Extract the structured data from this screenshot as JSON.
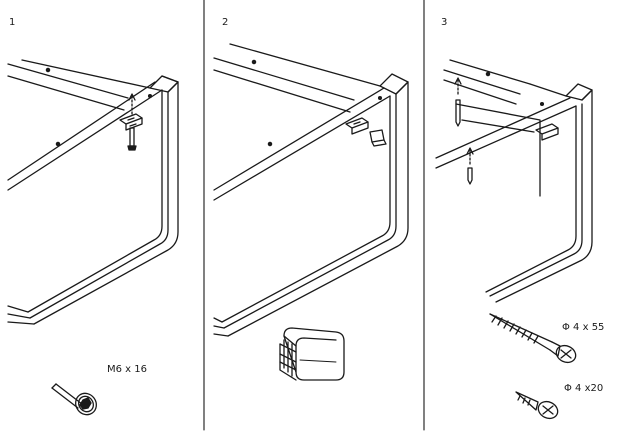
{
  "panels": [
    {
      "step": "1",
      "parts": [
        {
          "label": "M6 x 16",
          "icon": "hex-socket-bolt-icon"
        }
      ]
    },
    {
      "step": "2",
      "parts": [
        {
          "label": "",
          "icon": "glide-cap-icon"
        }
      ]
    },
    {
      "step": "3",
      "parts": [
        {
          "label": "Φ 4 x 55",
          "icon": "long-wood-screw-icon"
        },
        {
          "label": "Φ 4 x20",
          "icon": "short-wood-screw-icon"
        }
      ]
    }
  ],
  "colors": {
    "ink": "#1a1a1a",
    "paper": "#ffffff"
  }
}
